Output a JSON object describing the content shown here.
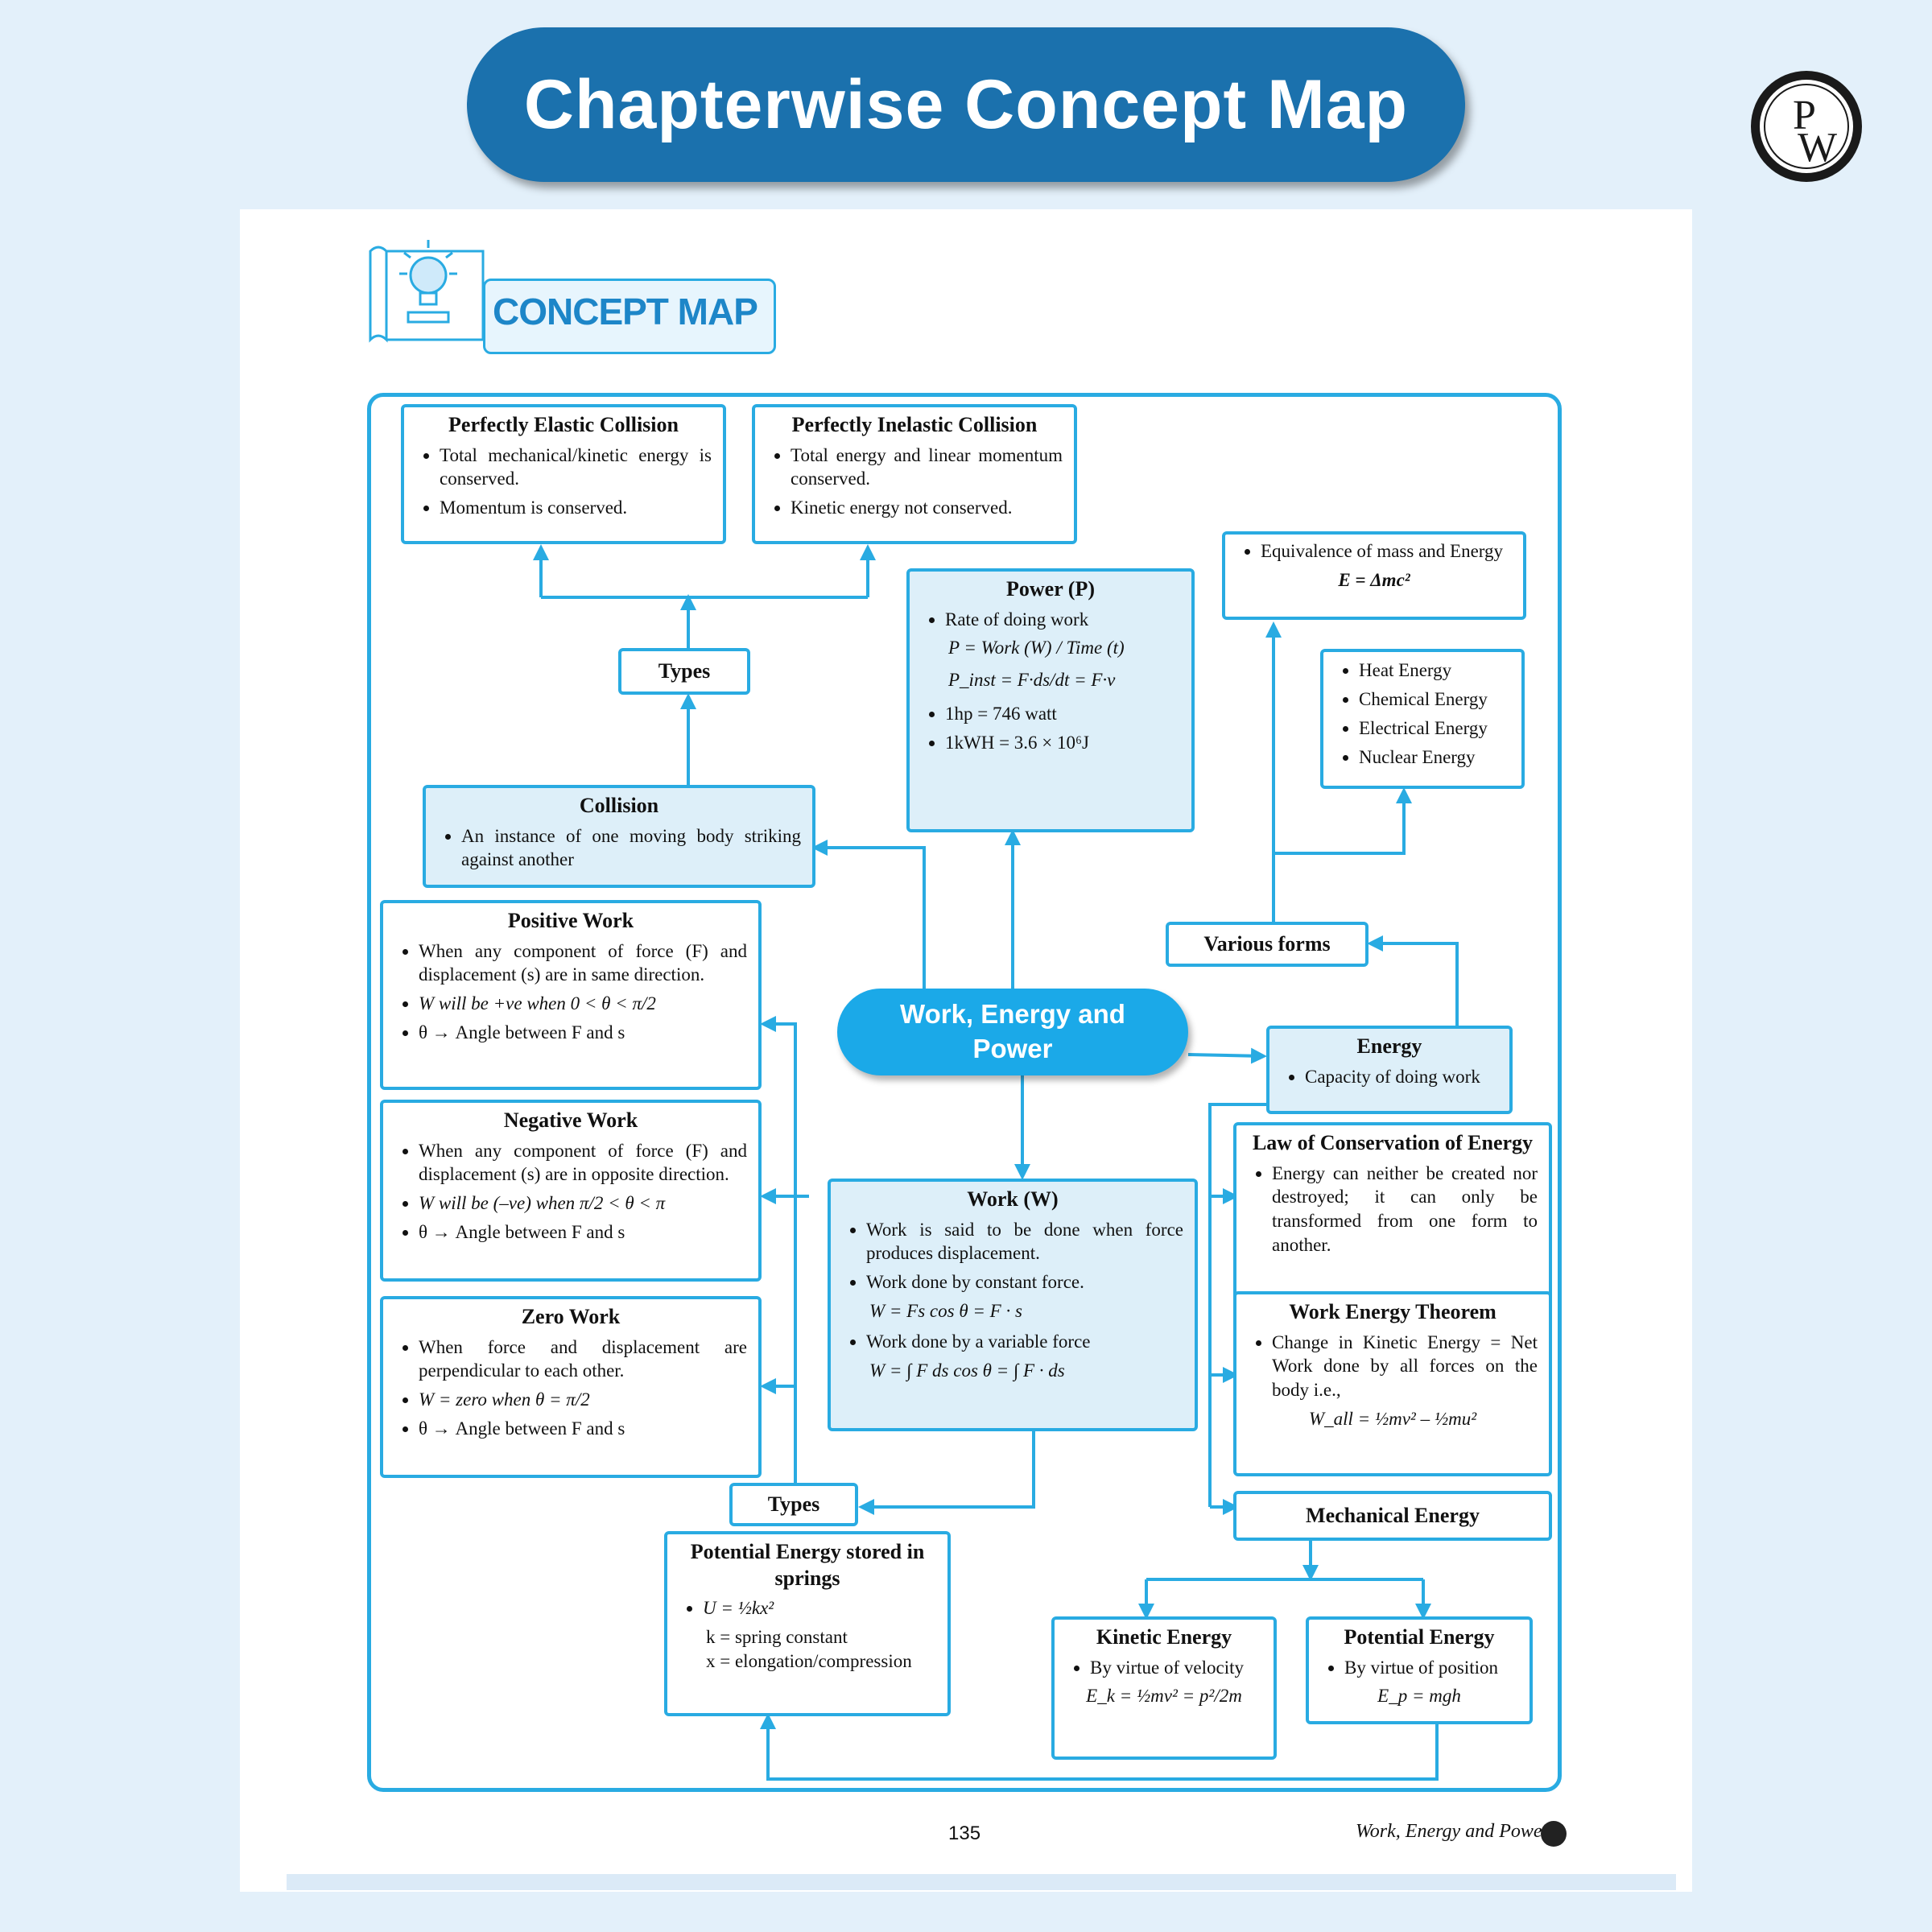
{
  "banner": {
    "title": "Chapterwise Concept Map"
  },
  "brand": {
    "logo_letters": "PW"
  },
  "badge": {
    "label": "CONCEPT MAP"
  },
  "hub": {
    "line1": "Work, Energy and",
    "line2": "Power"
  },
  "collision_types_label": "Types",
  "work_types_label": "Types",
  "various_forms_label": "Various forms",
  "mechanical_energy_label": "Mechanical Energy",
  "elastic": {
    "title": "Perfectly Elastic Collision",
    "b1": "Total mechanical/kinetic energy is conserved.",
    "b2": "Momentum is conserved."
  },
  "inelastic": {
    "title": "Perfectly Inelastic Collision",
    "b1": "Total energy and linear momentum conserved.",
    "b2": "Kinetic energy not conserved."
  },
  "collision": {
    "title": "Collision",
    "b1": "An instance of one moving body striking against another"
  },
  "power": {
    "title": "Power (P)",
    "b1": "Rate of doing work",
    "f1": "P = Work (W) / Time (t)",
    "f2": "P_inst = F·ds/dt = F·v",
    "b2": "1hp = 746 watt",
    "b3": "1kWH = 3.6 × 10⁶J"
  },
  "mass_energy": {
    "b1": "Equivalence of mass and Energy",
    "formula": "E = Δmc²"
  },
  "forms": {
    "items": [
      "Heat Energy",
      "Chemical Energy",
      "Electrical Energy",
      "Nuclear Energy"
    ]
  },
  "energy": {
    "title": "Energy",
    "b1": "Capacity of doing work"
  },
  "positive": {
    "title": "Positive Work",
    "b1": "When any component of force (F) and displacement (s) are in same direction.",
    "b2": "W will be +ve when 0 < θ < π/2",
    "b3": "θ → Angle between F and s"
  },
  "negative": {
    "title": "Negative Work",
    "b1": "When any component of force (F) and displacement (s) are in opposite direction.",
    "b2": "W will be (–ve) when π/2 < θ < π",
    "b3": "θ → Angle between F and s"
  },
  "zero": {
    "title": "Zero Work",
    "b1": "When force and displacement are perpendicular to each other.",
    "b2": "W = zero when θ = π/2",
    "b3": "θ → Angle between F and s"
  },
  "work": {
    "title": "Work (W)",
    "b1": "Work is said to be done when force produces displacement.",
    "b2": "Work done by constant force.",
    "f1": "W = Fs cos θ = F · s",
    "b3": "Work done by a variable force",
    "f2": "W = ∫ F ds cos θ = ∫ F · ds"
  },
  "conservation": {
    "title": "Law of Conservation of Energy",
    "b1": "Energy can neither be created nor destroyed; it can only be transformed from one form to another."
  },
  "theorem": {
    "title": "Work Energy Theorem",
    "b1": "Change in Kinetic Energy = Net Work done by all forces on the body i.e.,",
    "formula": "W_all = ½mv² – ½mu²"
  },
  "spring": {
    "title": "Potential Energy stored in springs",
    "formula": "U = ½kx²",
    "k": "k = spring constant",
    "x": "x = elongation/compression"
  },
  "kinetic": {
    "title": "Kinetic Energy",
    "b1": "By virtue of velocity",
    "formula": "E_k = ½mv² = p²/2m"
  },
  "potential": {
    "title": "Potential Energy",
    "b1": "By virtue of position",
    "formula": "E_p = mgh"
  },
  "footer": {
    "page_number": "135",
    "chapter": "Work, Energy and Power"
  },
  "colors": {
    "banner": "#1b71ad",
    "accent": "#29abe2",
    "hub": "#1ba9e8",
    "shade": "#ddeff9"
  }
}
